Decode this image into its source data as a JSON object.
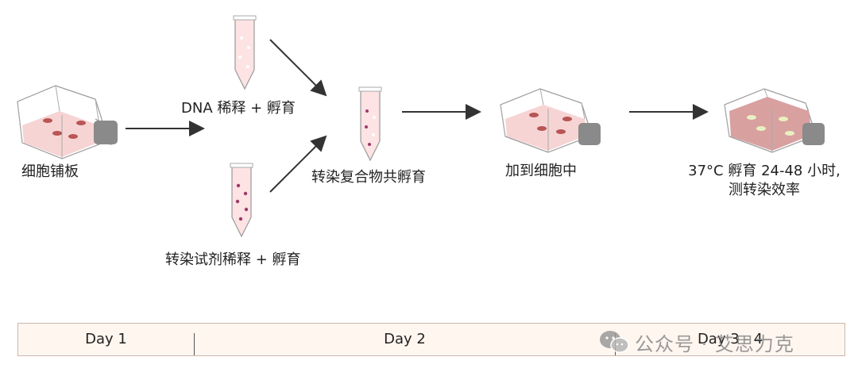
{
  "steps": {
    "plate_cells": "细胞铺板",
    "dna_dilute": "DNA 稀释 + 孵育",
    "reagent_dilute": "转染试剂稀释 + 孵育",
    "complex_incubate": "转染复合物共孵育",
    "add_to_cells": "加到细胞中",
    "incubate_line1": "37°C 孵育 24-48 小时,",
    "incubate_line2": "测转染效率"
  },
  "timeline": {
    "day1": "Day 1",
    "day2": "Day 2",
    "day34": "Day 3 - 4"
  },
  "watermark": {
    "text": "公众号 · 艾思力克",
    "icon": "wechat-icon"
  },
  "colors": {
    "medium_light": "#f7d4d4",
    "medium_dark": "#d9a0a0",
    "cell_dot": "#b85555",
    "cap": "#8a8a8a",
    "timeline_bg": "#fff6ef"
  }
}
